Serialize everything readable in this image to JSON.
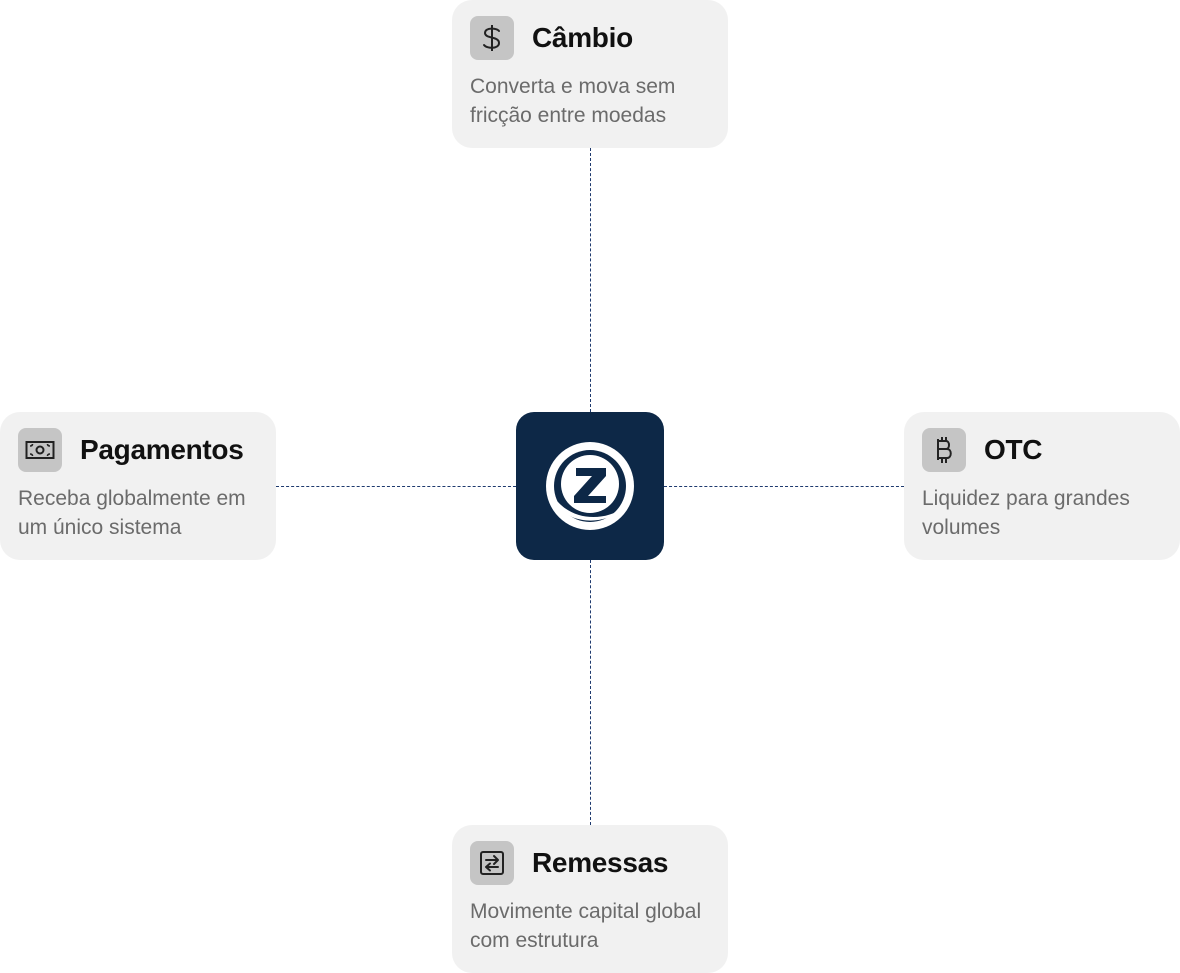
{
  "hub": {
    "logo_icon": "z-logo-icon",
    "bg_color": "#0d2847"
  },
  "cards": {
    "cambio": {
      "icon": "dollar-icon",
      "title": "Câmbio",
      "description": "Converta e mova sem fricção entre moedas"
    },
    "pagamentos": {
      "icon": "banknote-icon",
      "title": "Pagamentos",
      "description": "Receba globalmente em um único sistema"
    },
    "otc": {
      "icon": "bitcoin-icon",
      "title": "OTC",
      "description": "Liquidez para grandes volumes"
    },
    "remessas": {
      "icon": "transfer-arrows-icon",
      "title": "Remessas",
      "description": "Movimente capital global com estrutura"
    }
  },
  "colors": {
    "card_bg": "#f1f1f1",
    "icon_bg": "#c5c5c5",
    "connector": "#1e3a6e"
  }
}
